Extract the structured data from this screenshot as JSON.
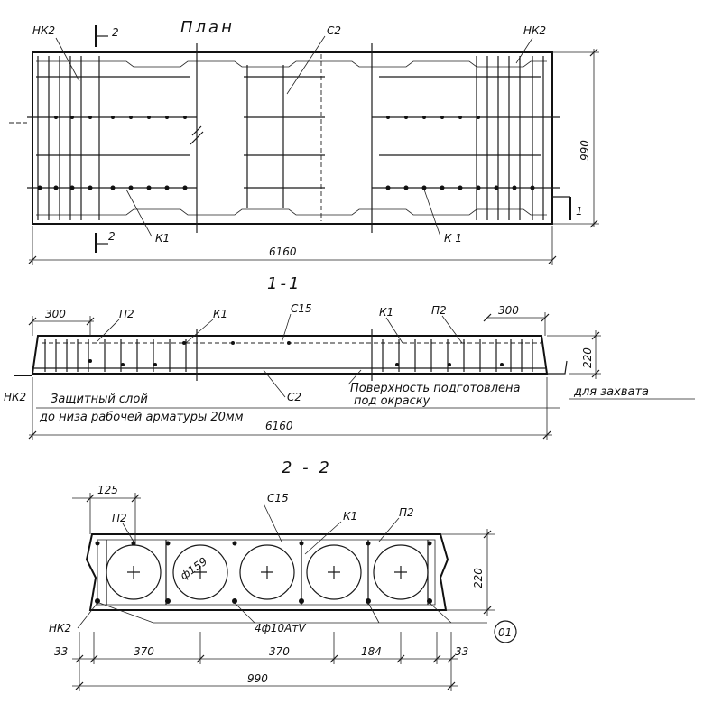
{
  "plan": {
    "title": "План",
    "labels": {
      "nk2_left": "НК2",
      "nk2_right": "НК2",
      "c2": "С2",
      "k1_left": "К1",
      "k1_right": "К 1",
      "cut2_top": "2",
      "cut2_bottom": "2",
      "cut1": "1"
    },
    "dims": {
      "length": "6160",
      "width": "990"
    }
  },
  "section11": {
    "title": "1-1",
    "labels": {
      "p2_left": "П2",
      "k1_left": "К1",
      "c15": "С15",
      "k1_right": "К1",
      "p2_right": "П2",
      "c2": "С2",
      "nk2": "НК2"
    },
    "dims": {
      "left_300": "300",
      "right_300": "300",
      "height": "220",
      "length": "6160"
    },
    "notes": {
      "protective_line1": "Защитный слой",
      "protective_line2": "до низа рабочей арматуры 20мм",
      "surface_line1": "Поверхность подготовлена",
      "surface_line2": "под окраску",
      "grip": "для захвата"
    }
  },
  "section22": {
    "title": "2 - 2",
    "labels": {
      "p2_left": "П2",
      "c15": "С15",
      "k1": "К1",
      "p2_right": "П2",
      "nk2": "НК2",
      "rebar": "4ф10АтⅤ",
      "diameter": "ф159",
      "mark": "01"
    },
    "dims": {
      "d125": "125",
      "height": "220",
      "d33_left": "33",
      "d370_1": "370",
      "d370_2": "370",
      "d184": "184",
      "d33_right": "33",
      "total": "990"
    }
  }
}
